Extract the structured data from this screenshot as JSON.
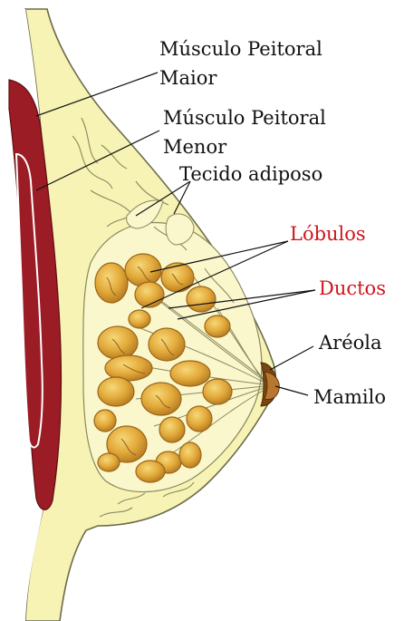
{
  "labels": {
    "pec_major_l1": "Músculo Peitoral",
    "pec_major_l2": "Maior",
    "pec_minor_l1": "Músculo Peitoral",
    "pec_minor_l2": "Menor",
    "adipose": "Tecido adiposo",
    "lobules": "Lóbulos",
    "ducts": "Ductos",
    "areola": "Aréola",
    "nipple": "Mamilo"
  },
  "colors": {
    "skin": "#f6f3b4",
    "outline": "#6b6a4a",
    "muscle": "#9b1c24",
    "lobule": "#e0a62c",
    "lobule_dark": "#b7791b",
    "lobule_light": "#f2d06a",
    "areola": "#7a4512",
    "nipple": "#b8762e",
    "accent_label": "#d0141b",
    "text": "#111111"
  }
}
